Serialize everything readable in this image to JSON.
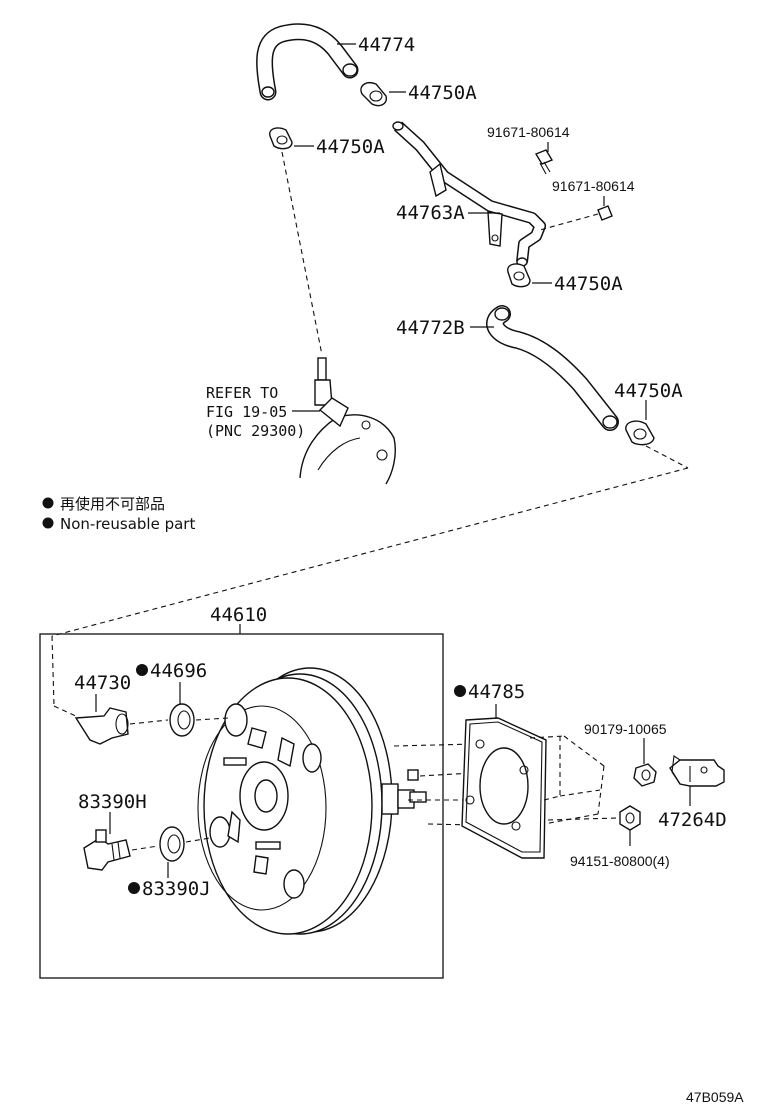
{
  "labels": {
    "p44774": "44774",
    "p44750a_1": "44750A",
    "p44750a_2": "44750A",
    "p91671_1": "91671-80614",
    "p91671_2": "91671-80614",
    "p44763a": "44763A",
    "p44750a_3": "44750A",
    "p44772b": "44772B",
    "p44750a_4": "44750A",
    "refer_line1": "REFER TO",
    "refer_line2": "FIG 19-05",
    "refer_line3": "(PNC 29300)",
    "p44610": "44610",
    "p44730": "44730",
    "p44696": "44696",
    "p44785": "44785",
    "p90179": "90179-10065",
    "p83390h": "83390H",
    "p47264d": "47264D",
    "p83390j": "83390J",
    "p94151": "94151-80800(4)"
  },
  "legend": {
    "japanese": "再使用不可部品",
    "english": "Non-reusable part"
  },
  "figure_code": "47B059A",
  "non_reusable_marker": "●"
}
